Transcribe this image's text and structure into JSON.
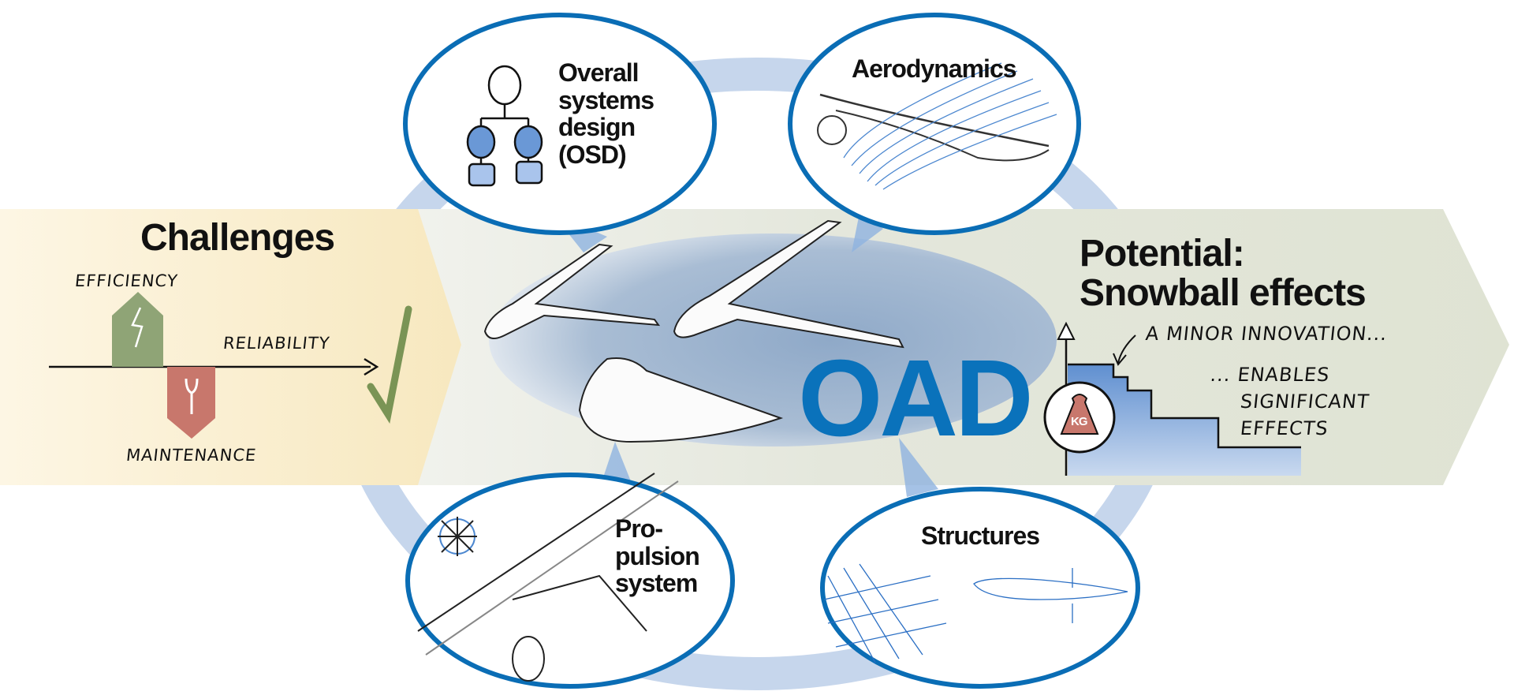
{
  "center": {
    "label": "OAD"
  },
  "challenges": {
    "title": "Challenges",
    "efficiency": "EFFICIENCY",
    "reliability": "RELIABILITY",
    "maintenance": "MAINTENANCE"
  },
  "potential": {
    "title_line1": "Potential:",
    "title_line2": "Snowball effects",
    "note1": "A MINOR INNOVATION...",
    "note2a": "... ENABLES",
    "note2b": "SIGNIFICANT",
    "note2c": "EFFECTS",
    "weight_label": "KG"
  },
  "disciplines": {
    "osd": [
      "Overall",
      "systems",
      "design",
      "(OSD)"
    ],
    "aero": "Aerodynamics",
    "propulsion": [
      "Pro-",
      "pulsion",
      "system"
    ],
    "structures": "Structures"
  },
  "colors": {
    "accent": "#0a72bb",
    "ring": "#c6d6ec",
    "band": "#e3e6d9",
    "challenge": "#f8ecc8",
    "green": "#8fa476",
    "red": "#c8776c"
  }
}
